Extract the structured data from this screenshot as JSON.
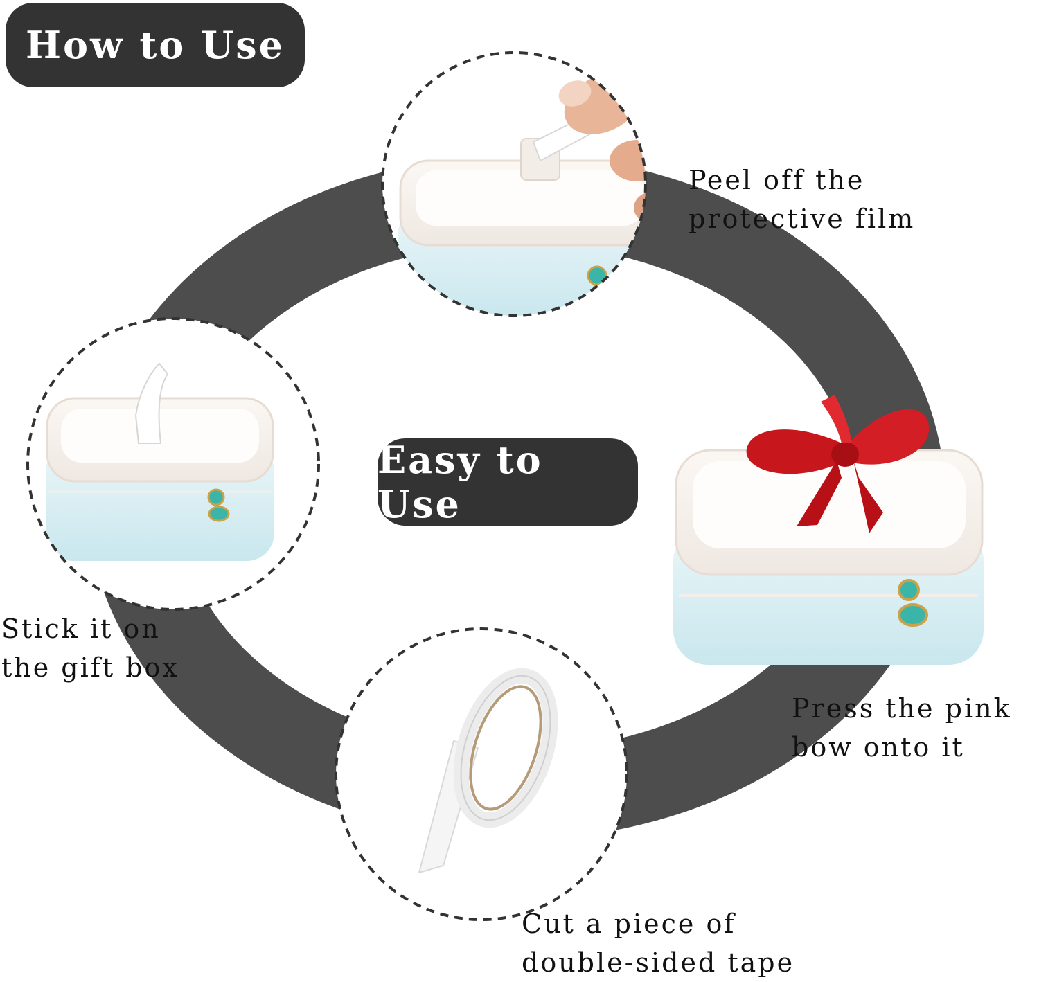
{
  "header": {
    "title": "How to Use"
  },
  "center": {
    "label": "Easy to Use"
  },
  "steps": {
    "peel": {
      "line1": "Peel off the",
      "line2": "protective film"
    },
    "stick": {
      "line1": "Stick it on",
      "line2": "the gift box"
    },
    "press": {
      "line1": "Press the pink",
      "line2": "bow onto it"
    },
    "cut": {
      "line1": "Cut a piece of",
      "line2": "double-sided tape"
    }
  },
  "colors": {
    "ring": "#4d4d4d",
    "pill": "#333333",
    "box_light_blue": "#dceff4",
    "box_lid_white": "#f7f2ee",
    "bow_red": "#c8161d",
    "clasp_teal": "#3ab5a8",
    "clasp_gold": "#c9a24a"
  },
  "icons": [
    "peel-film-icon",
    "gift-box-with-tape-icon",
    "gift-box-with-bow-icon",
    "tape-roll-icon"
  ]
}
